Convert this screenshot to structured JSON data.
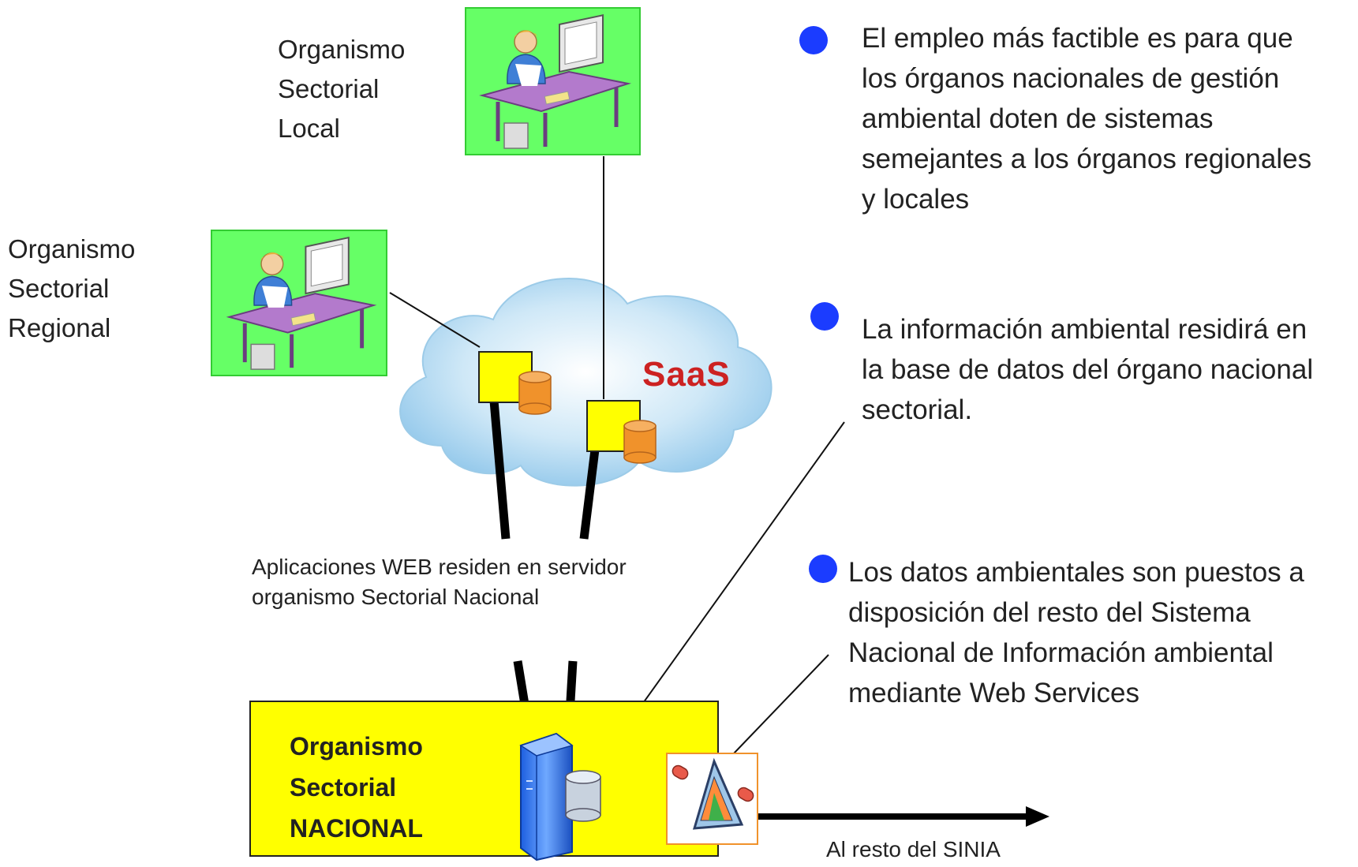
{
  "nodes": {
    "local": {
      "label_lines": [
        "Organismo",
        "Sectorial",
        "Local"
      ]
    },
    "regional": {
      "label_lines": [
        "Organismo",
        "Sectorial",
        "Regional"
      ]
    },
    "cloud": {
      "label": "SaaS"
    },
    "national": {
      "label_lines": [
        "Organismo",
        "Sectorial",
        "NACIONAL"
      ]
    }
  },
  "captions": {
    "web_apps": [
      "Aplicaciones WEB residen en servidor",
      "organismo Sectorial Nacional"
    ],
    "output": "Al resto del SINIA"
  },
  "bullets": [
    {
      "lines": [
        "El empleo más factible es para que",
        "los órganos nacionales de gestión",
        "ambiental doten de sistemas",
        "semejantes a los órganos regionales",
        "y locales"
      ]
    },
    {
      "lines": [
        "La información ambiental residirá en",
        "la base de datos del órgano nacional",
        "sectorial."
      ]
    },
    {
      "lines": [
        "Los datos ambientales son puestos a",
        "disposición del resto del Sistema",
        "Nacional de Información ambiental",
        "mediante Web Services"
      ]
    }
  ],
  "colors": {
    "bullet": "#1b3cff",
    "green": "#66ff66",
    "national_box": "#ffff00",
    "saas_text": "#cc2222",
    "app_box": "#ffff00",
    "db_orange": "#f0922b"
  },
  "icons": [
    "person-at-desk-icon",
    "cloud-icon",
    "database-icon",
    "server-icon",
    "web-service-icon",
    "arrow-right-icon"
  ]
}
